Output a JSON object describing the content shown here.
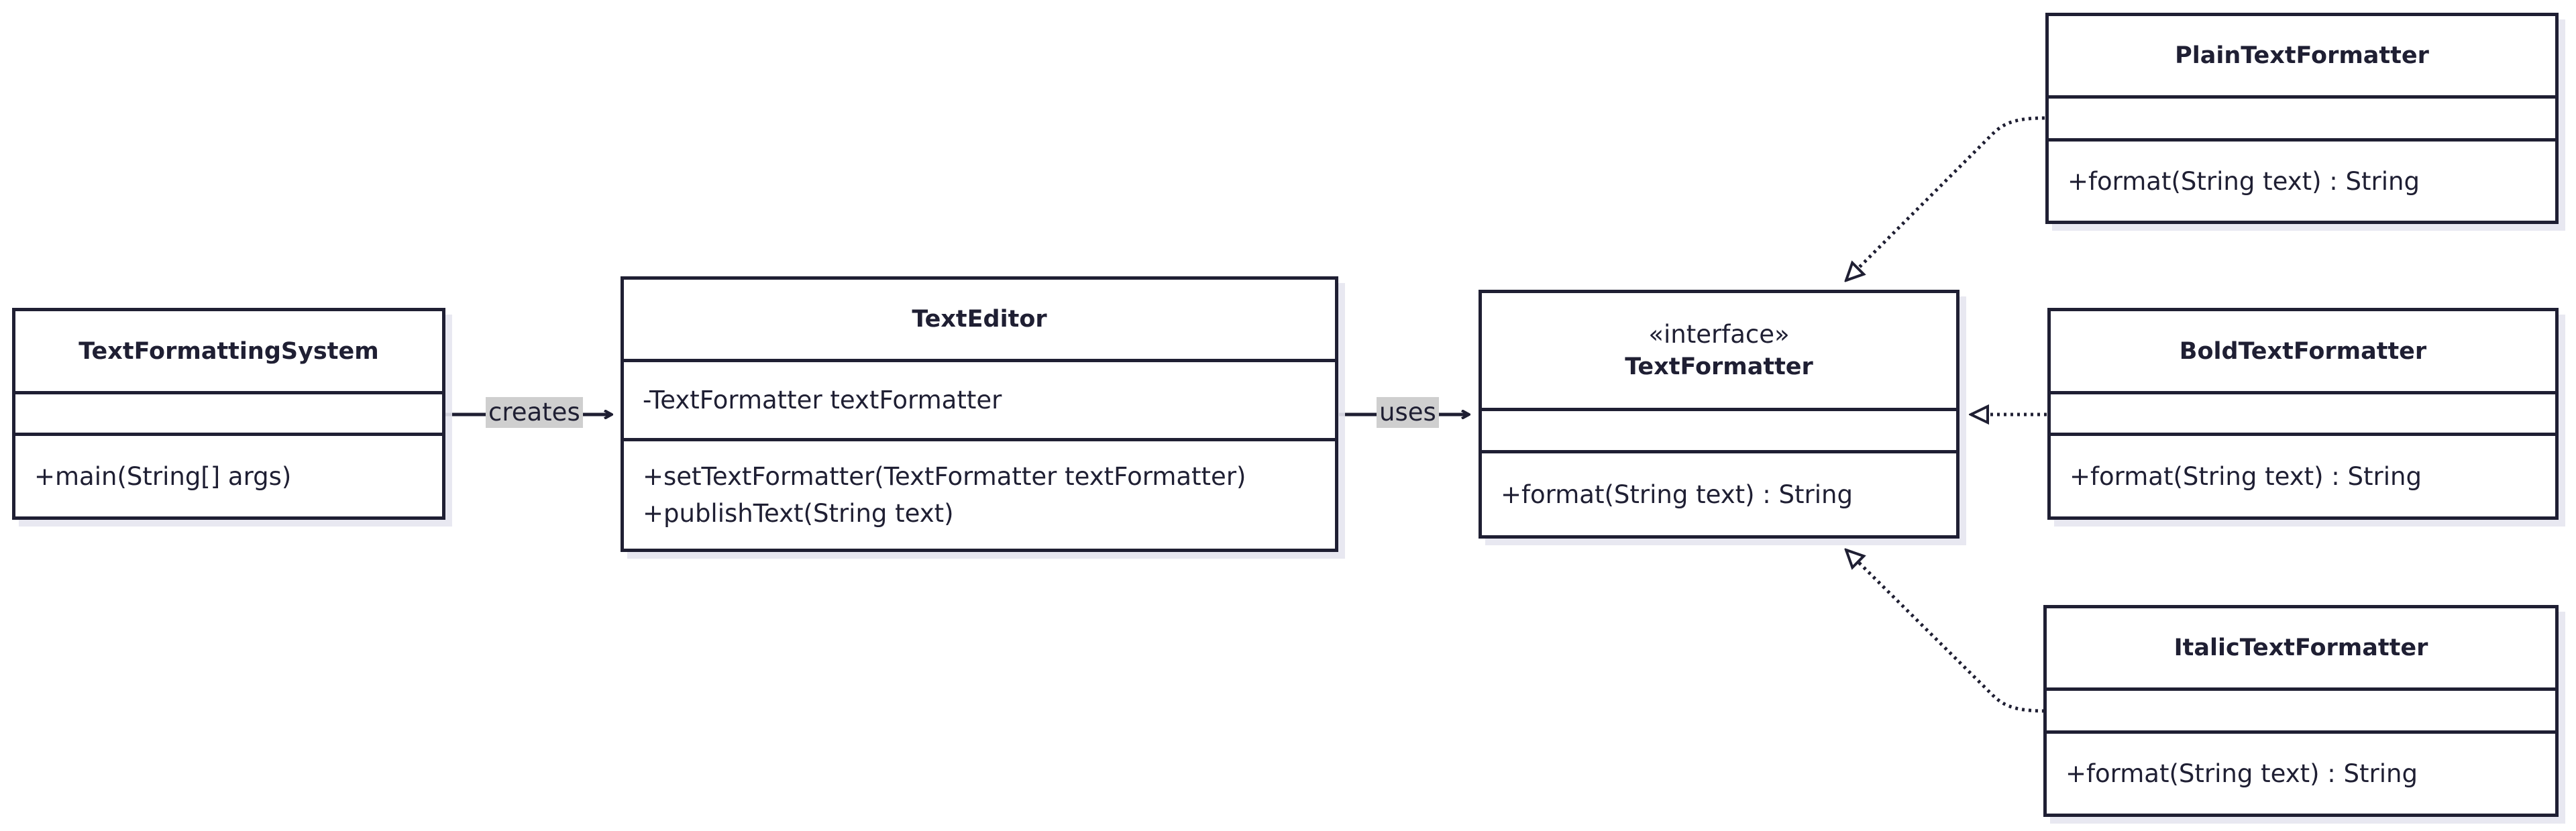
{
  "classes": {
    "text_formatting_system": {
      "name": "TextFormattingSystem",
      "attributes": [],
      "methods": [
        "+main(String[] args)"
      ]
    },
    "text_editor": {
      "name": "TextEditor",
      "attributes": [
        "-TextFormatter textFormatter"
      ],
      "methods": [
        "+setTextFormatter(TextFormatter textFormatter)",
        "+publishText(String text)"
      ]
    },
    "text_formatter": {
      "stereotype": "«interface»",
      "name": "TextFormatter",
      "attributes": [],
      "methods": [
        "+format(String text) : String"
      ]
    },
    "plain_text_formatter": {
      "name": "PlainTextFormatter",
      "attributes": [],
      "methods": [
        "+format(String text) : String"
      ]
    },
    "bold_text_formatter": {
      "name": "BoldTextFormatter",
      "attributes": [],
      "methods": [
        "+format(String text) : String"
      ]
    },
    "italic_text_formatter": {
      "name": "ItalicTextFormatter",
      "attributes": [],
      "methods": [
        "+format(String text) : String"
      ]
    }
  },
  "relations": {
    "creates": {
      "label": "creates",
      "type": "association"
    },
    "uses": {
      "label": "uses",
      "type": "association"
    },
    "plain_realizes": {
      "type": "realization"
    },
    "bold_realizes": {
      "type": "realization"
    },
    "italic_realizes": {
      "type": "realization"
    }
  }
}
